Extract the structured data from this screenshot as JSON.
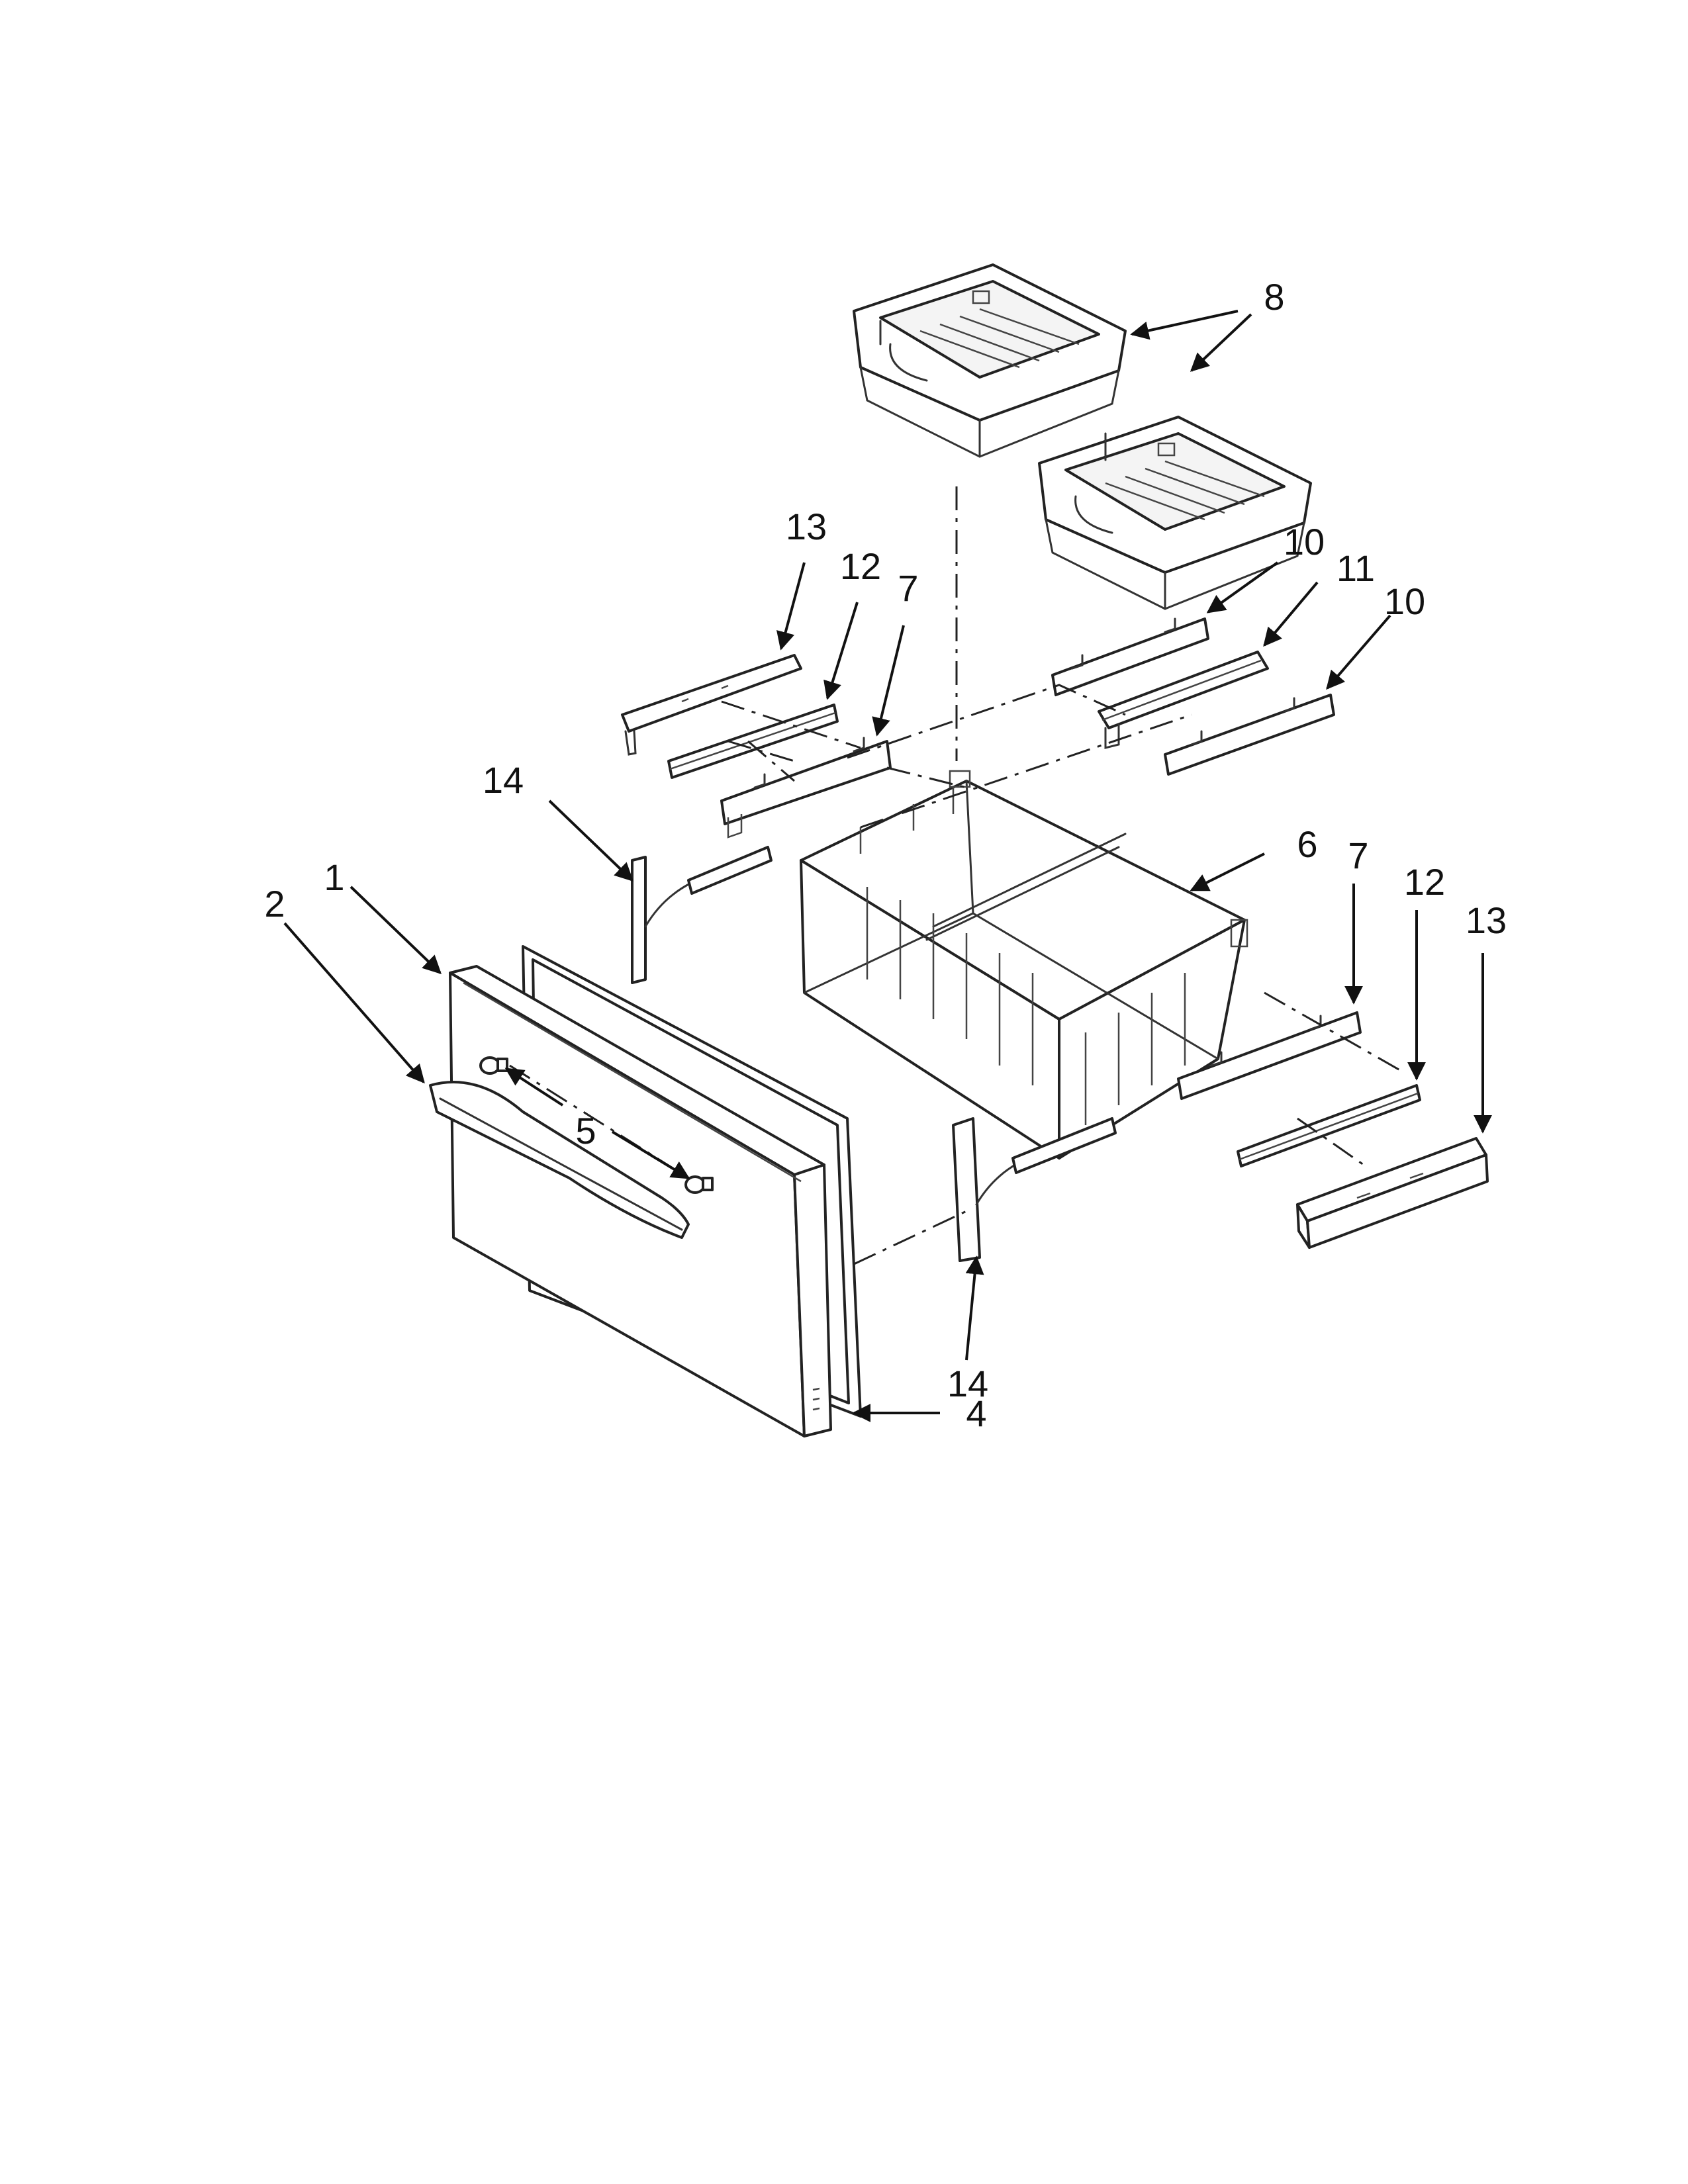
{
  "diagram": {
    "callouts": {
      "c1": "1",
      "c2": "2",
      "c4": "4",
      "c5": "5",
      "c6": "6",
      "c7a": "7",
      "c7b": "7",
      "c8": "8",
      "c10a": "10",
      "c10b": "10",
      "c11": "11",
      "c12a": "12",
      "c12b": "12",
      "c13a": "13",
      "c13b": "13",
      "c14a": "14",
      "c14b": "14"
    }
  }
}
